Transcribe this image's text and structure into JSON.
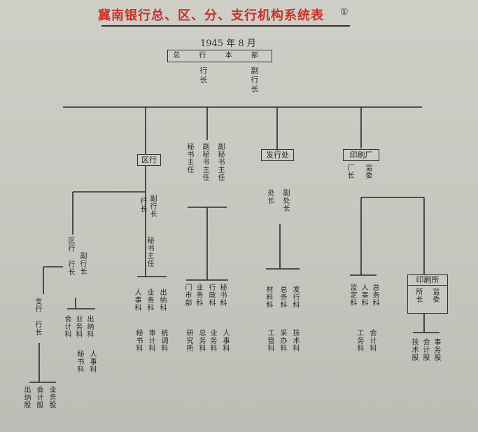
{
  "title": "冀南银行总、区、分、支行机构系统表",
  "footnote_mark": "①",
  "date": "1945 年 8 月",
  "headquarters": {
    "name": "总 行 本 部",
    "officers": [
      "行长",
      "副行长"
    ],
    "secretaries": [
      "秘书主任",
      "副秘书主任",
      "副秘书主任"
    ],
    "departments": [
      "门市部",
      "业务科",
      "研究所",
      "行政科",
      "秘书科",
      "总务科",
      "业务科",
      "人事科"
    ]
  },
  "regional": {
    "name": "区行",
    "officers": [
      "行长",
      "副行长",
      "秘书主任"
    ],
    "departments": [
      "人事科",
      "业务科",
      "出纳科",
      "秘书科",
      "审计科",
      "统调科"
    ]
  },
  "branch": {
    "name": "区行",
    "officers": [
      "行长",
      "副行长"
    ],
    "departments": [
      "会计科",
      "业务科",
      "出纳科",
      "人事科",
      "秘书科"
    ]
  },
  "subbranch": {
    "name": "支行",
    "officers": [
      "行长"
    ],
    "departments": [
      "出纳股",
      "会计股",
      "业务股"
    ]
  },
  "issuing": {
    "name": "发行处",
    "officers": [
      "处长",
      "副处长"
    ],
    "departments": [
      "材料科",
      "总务科",
      "发行科",
      "工管科",
      "采办科",
      "技术科"
    ]
  },
  "printing_factory": {
    "name": "印刷厂",
    "officers": [
      "厂长",
      "监委"
    ],
    "departments": [
      "监定科",
      "人事科",
      "总务科",
      "工务科",
      "会计科"
    ]
  },
  "printing_office": {
    "name": "印刷所",
    "officers": [
      "所长",
      "监委"
    ],
    "departments": [
      "技术股",
      "会计股",
      "事务股"
    ]
  }
}
